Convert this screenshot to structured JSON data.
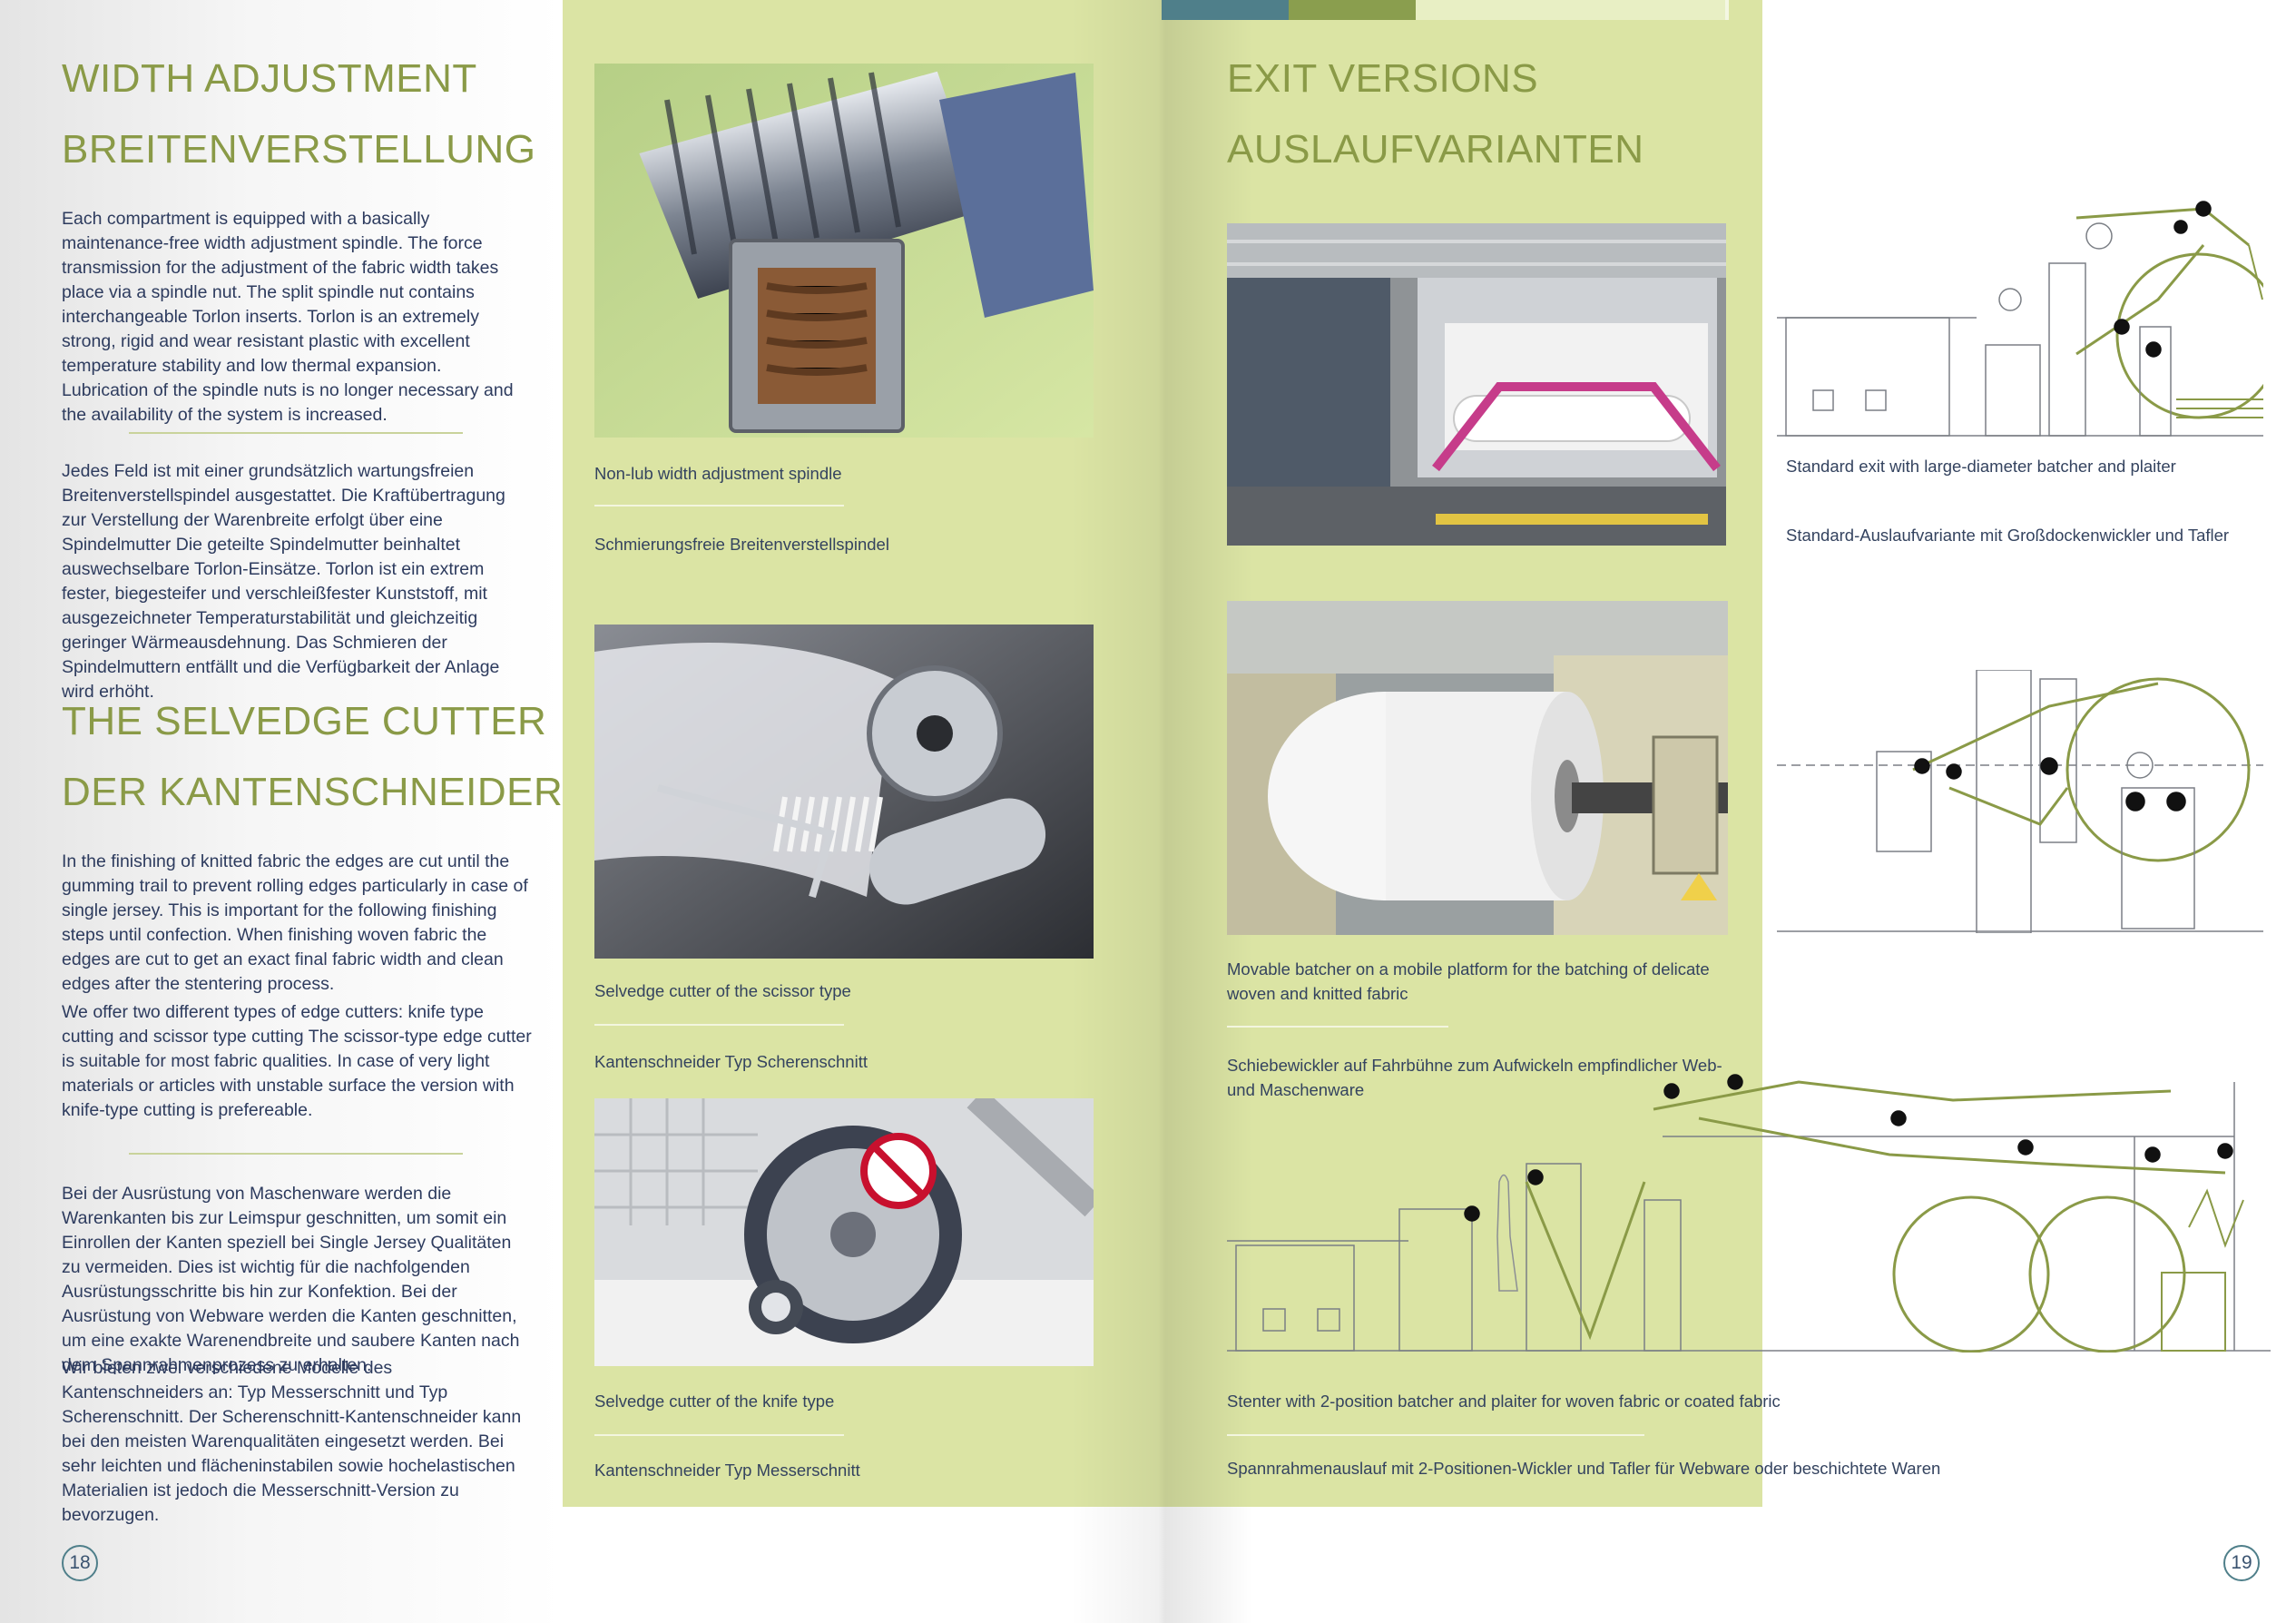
{
  "left_page": {
    "width_heading_en": "WIDTH ADJUSTMENT",
    "width_heading_de": "BREITENVERSTELLUNG",
    "width_text_en": "Each compartment is equipped with a basically maintenance-free width adjustment spindle. The force transmission for the adjustment of the fabric width takes place via a spindle nut. The split spindle nut contains interchangeable Torlon inserts. Torlon is an extremely strong, rigid and wear resistant plastic with excellent temperature stability and low thermal expansion. Lubrication of the spindle nuts is no longer necessary and the availability of the system is increased.",
    "width_text_de": "Jedes Feld ist mit einer grundsätzlich wartungsfreien Breitenverstellspindel ausgestattet. Die Kraftübertragung zur Verstellung der Warenbreite erfolgt über eine Spindelmutter Die geteilte Spindelmutter beinhaltet auswechselbare Torlon-Einsätze. Torlon ist ein extrem fester, biegesteifer und verschleißfester Kunststoff, mit ausgezeichneter Temperaturstabilität und gleichzeitig geringer Wärmeausdehnung. Das Schmieren der Spindelmuttern entfällt und die Verfügbarkeit der Anlage wird erhöht.",
    "selvedge_heading_en": "THE SELVEDGE CUTTER",
    "selvedge_heading_de": "DER KANTENSCHNEIDER",
    "selvedge_text_en_1": "In the finishing of knitted fabric the edges are cut until the gumming trail to prevent rolling edges particularly in case of single jersey. This is important for the following finishing steps until confection. When finishing woven fabric the edges are cut to get an exact final fabric width and clean edges after the stentering process.",
    "selvedge_text_en_2": "We offer two different types of edge cutters: knife type cutting and scissor type cutting The scissor-type edge cutter is suitable for most fabric qualities. In case of very light materials or articles with unstable surface the version with knife-type cutting is prefereable.",
    "selvedge_text_de_1": "Bei der Ausrüstung von Maschenware werden die Warenkanten bis zur Leimspur geschnitten, um somit ein Einrollen der Kanten speziell bei Single Jersey Qualitäten zu vermeiden. Dies ist wichtig für die nachfolgenden Ausrüstungsschritte bis hin zur Konfektion. Bei der Ausrüstung von Webware werden die Kanten geschnitten, um eine exakte Warenendbreite und saubere Kanten nach dem Spannrahmenprozess zu erhalten.",
    "selvedge_text_de_2": "Wir bieten zwei verschiedene Modelle des Kantenschneiders an: Typ Messerschnitt und Typ Scherenschnitt. Der Scherenschnitt-Kantenschneider kann bei den meisten Warenqualitäten eingesetzt werden. Bei sehr leichten und flächeninstabilen sowie hochelastischen Materialien ist jedoch die Messerschnitt-Version zu bevorzugen.",
    "page_number": "18"
  },
  "photo_captions": {
    "spindle_en": "Non-lub width adjustment spindle",
    "spindle_de": "Schmierungsfreie Breitenverstellspindel",
    "scissor_en": "Selvedge cutter of the scissor type",
    "scissor_de": "Kantenschneider Typ Scherenschnitt",
    "knife_en": "Selvedge cutter of the knife type",
    "knife_de": "Kantenschneider Typ Messerschnitt"
  },
  "right_page": {
    "exit_heading_en": "EXIT VERSIONS",
    "exit_heading_de": "AUSLAUFVARIANTEN",
    "batcher_caption_en": "Movable batcher on a mobile platform for the batching of delicate woven and knitted fabric",
    "batcher_caption_de": "Schiebewickler auf Fahrbühne zum Aufwickeln empfindlicher Web- und Maschenware",
    "standard_exit_en": "Standard exit with large-diameter batcher and plaiter",
    "standard_exit_de": "Standard-Auslaufvariante mit Großdockenwickler und Tafler",
    "stenter_caption_en": "Stenter with 2-position batcher and plaiter for woven fabric or coated fabric",
    "stenter_caption_de": "Spannrahmenauslauf mit 2-Positionen-Wickler und Tafler für Webware oder beschichtete Waren",
    "page_number": "19"
  },
  "colors": {
    "heading_green": "#8a9a47",
    "panel_green": "#dbe4a4",
    "body_blue": "#2d3b5e",
    "drawing_line": "#8a9a47"
  }
}
